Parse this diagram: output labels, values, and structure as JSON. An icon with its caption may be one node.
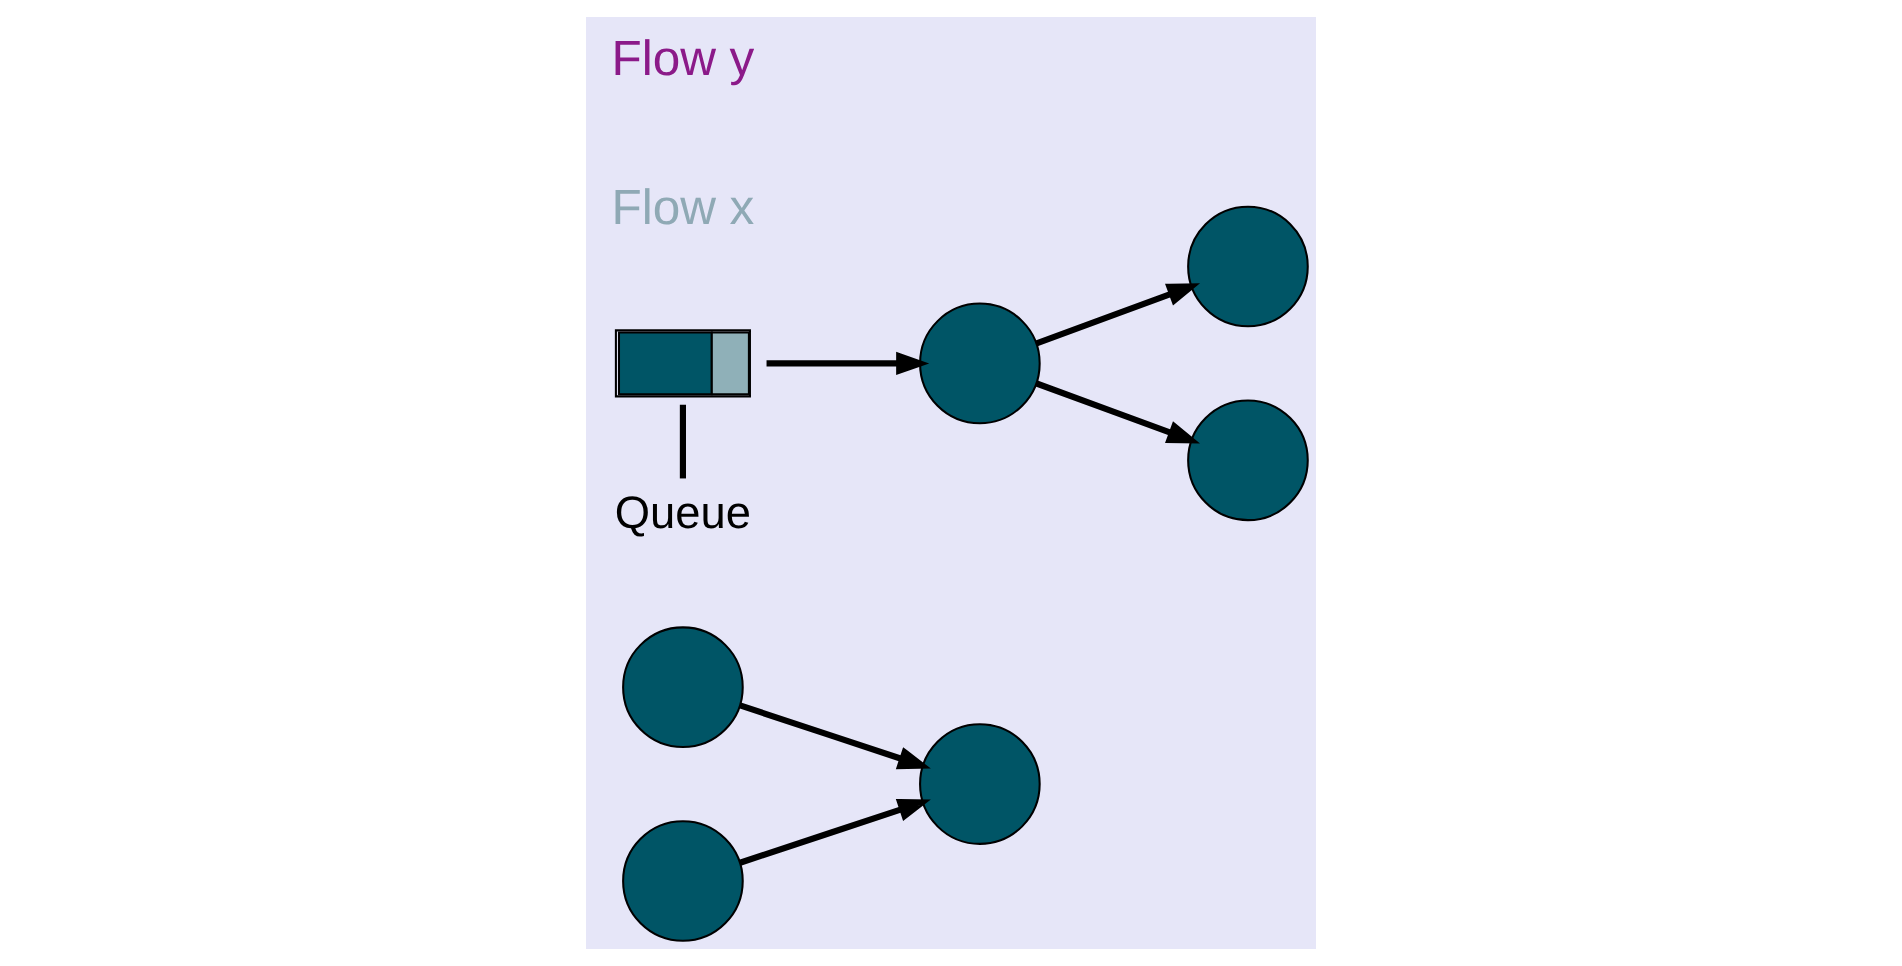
{
  "diagram": {
    "nodes": [
      {
        "text": [],
        "shape": "circle"
      },
      {
        "text": [],
        "shape": "circle"
      },
      {
        "text": [],
        "shape": "circle"
      },
      {
        "text": [],
        "shape": "box"
      },
      {
        "text": [],
        "shape": "circle"
      },
      {
        "text": [],
        "shape": "circle"
      },
      {
        "text": [],
        "shape": "circle"
      },
      {
        "text": [
          "Queue"
        ]
      }
    ],
    "edges": [
      {
        "from": 0,
        "to": 2,
        "arrow": "to"
      },
      {
        "from": 1,
        "to": 2,
        "arrow": "to"
      },
      {
        "from": 3,
        "to": 4,
        "arrow": "to"
      },
      {
        "from": 4,
        "to": 5,
        "arrow": "to"
      },
      {
        "from": 4,
        "to": 6,
        "arrow": "to"
      },
      {
        "from": 7,
        "to": 3,
        "arrow": "none"
      }
    ],
    "labels": [
      "Flow x",
      "Flow y"
    ]
  }
}
